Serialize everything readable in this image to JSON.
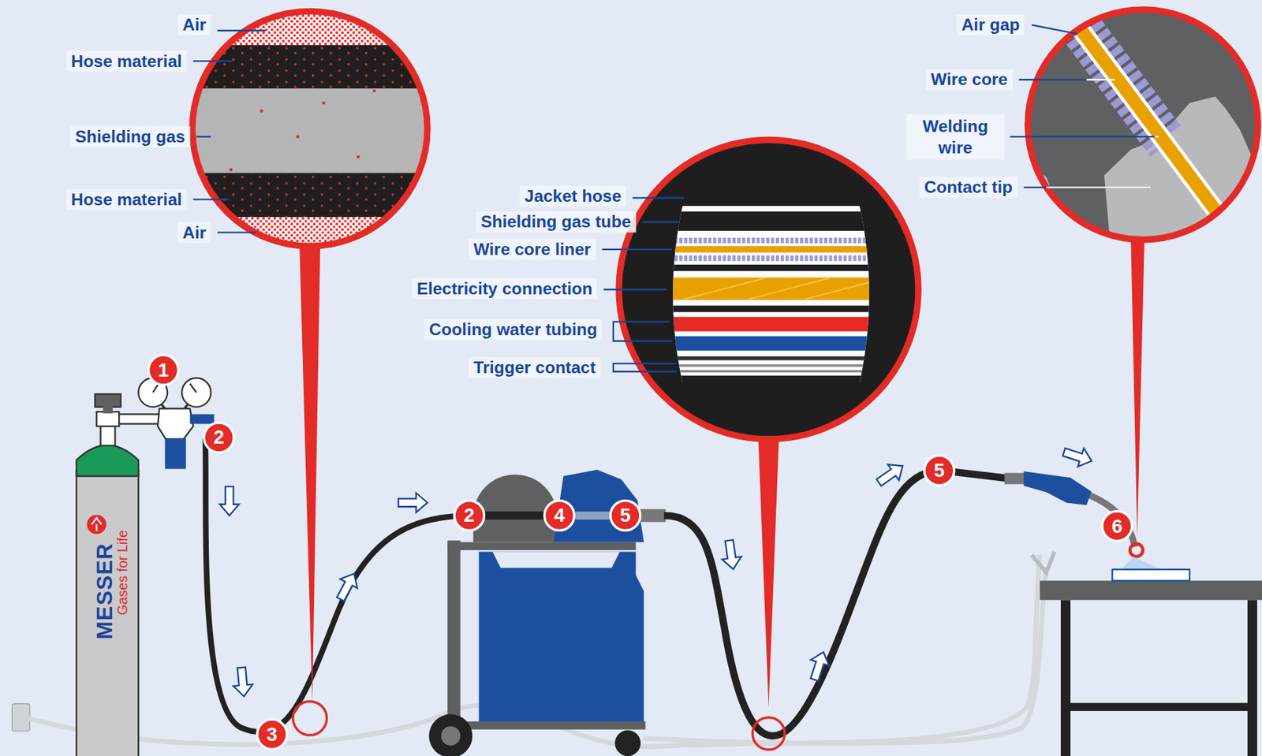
{
  "diagram": {
    "labels": [
      "Air",
      "Hose material",
      "Shielding gas",
      "Hose material",
      "Air",
      "Jacket hose",
      "Shielding gas tube",
      "Wire core liner",
      "Electricity connection",
      "Cooling water tubing",
      "Trigger contact",
      "Air gap",
      "Wire core",
      "Welding wire",
      "Contact tip",
      "1",
      "2",
      "3",
      "2",
      "4",
      "5",
      "5",
      "6",
      "MESSER",
      "Gases for Life"
    ]
  }
}
